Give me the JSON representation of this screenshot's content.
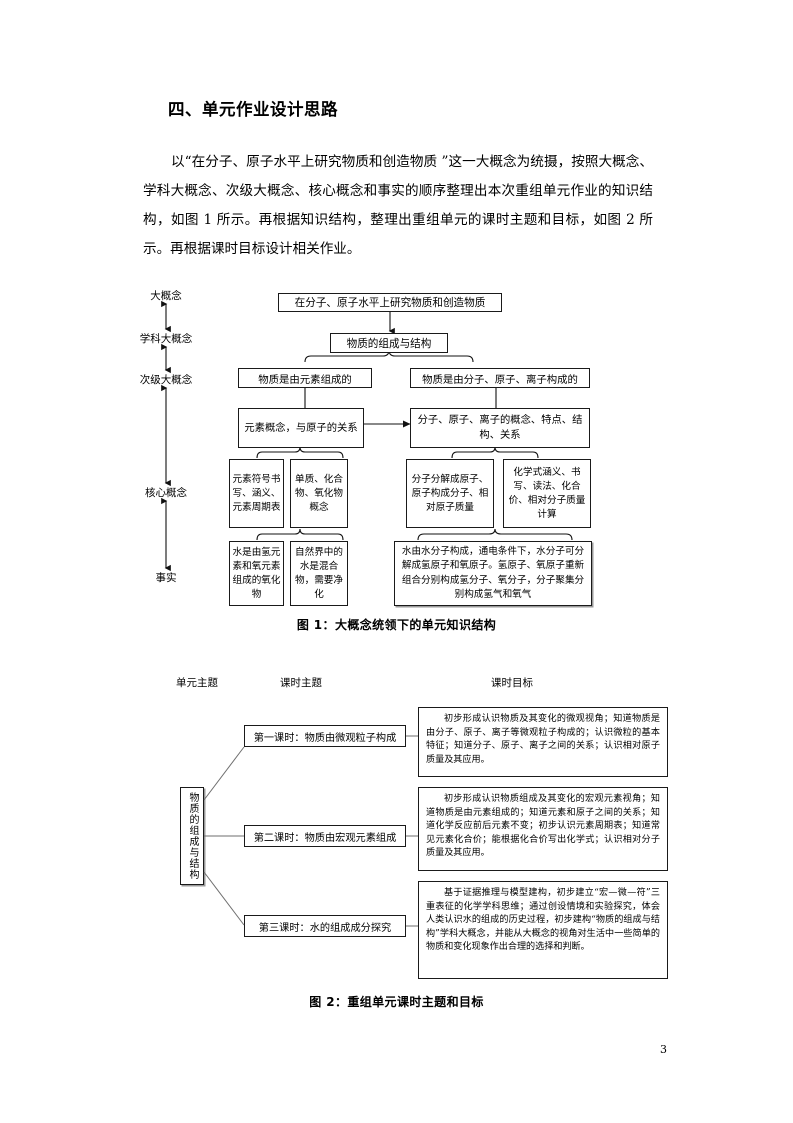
{
  "document": {
    "page_number": "3",
    "heading": "四、单元作业设计思路",
    "paragraph": "以“在分子、原子水平上研究物质和创造物质 ”这一大概念为统摄，按照大概念、学科大概念、次级大概念、核心概念和事实的顺序整理出本次重组单元作业的知识结构，如图 1 所示。再根据知识结构，整理出重组单元的课时主题和目标，如图 2 所示。再根据课时目标设计相关作业。"
  },
  "figure1": {
    "caption": "图 1：大概念统领下的单元知识结构",
    "axis_labels": [
      "大概念",
      "学科大概念",
      "次级大概念",
      "核心概念",
      "事实"
    ],
    "nodes": {
      "big_concept": "在分子、原子水平上研究物质和创造物质",
      "subject_concept": "物质的组成与结构",
      "sub_left": "物质是由元素组成的",
      "sub_right": "物质是由分子、原子、离子构成的",
      "core_left_parent": "元素概念，与原子的关系",
      "core_right_parent": "分子、原子、离子的概念、特点、结构、关系",
      "core_1": "元素符号书写、涵义、元素周期表",
      "core_2": "单质、化合物、氧化物概念",
      "core_3": "分子分解成原子、原子构成分子、相对原子质量",
      "core_4": "化学式涵义、书写、读法、化合价、相对分子质量计算",
      "fact_1": "水是由氢元素和氧元素组成的氧化物",
      "fact_2": "自然界中的水是混合物，需要净化",
      "fact_3": "水由水分子构成，通电条件下，水分子可分解成氢原子和氧原子。氢原子、氧原子重新组合分别构成氢分子、氧分子，分子聚集分别构成氢气和氧气"
    }
  },
  "figure2": {
    "caption": "图 2：重组单元课时主题和目标",
    "column_headers": {
      "unit_theme": "单元主题",
      "lesson_theme": "课时主题",
      "lesson_goal": "课时目标"
    },
    "unit_theme": "物质的组成与结构",
    "rows": [
      {
        "lesson": "第一课时：物质由微观粒子构成",
        "goal": "初步形成认识物质及其变化的微观视角；知道物质是由分子、原子、离子等微观粒子构成的；认识微粒的基本特征；知道分子、原子、离子之间的关系；认识相对原子质量及其应用。"
      },
      {
        "lesson": "第二课时：物质由宏观元素组成",
        "goal": "初步形成认识物质组成及其变化的宏观元素视角；知道物质是由元素组成的；知道元素和原子之间的关系；知道化学反应前后元素不变；初步认识元素周期表；知道常见元素化合价；能根据化合价写出化学式；认识相对分子质量及其应用。"
      },
      {
        "lesson": "第三课时：水的组成成分探究",
        "goal": "基于证据推理与模型建构，初步建立“宏—微—符”三重表征的化学学科思维；通过创设情境和实验探究，体会人类认识水的组成的历史过程，初步建构“物质的组成与结构”学科大概念，并能从大概念的视角对生活中一些简单的物质和变化现象作出合理的选择和判断。"
      }
    ]
  },
  "colors": {
    "page_background": "#ffffff",
    "text": "#000000",
    "border": "#1a1a1a",
    "shadow": "#9a9a9a",
    "connector": "#6e6e6e"
  }
}
